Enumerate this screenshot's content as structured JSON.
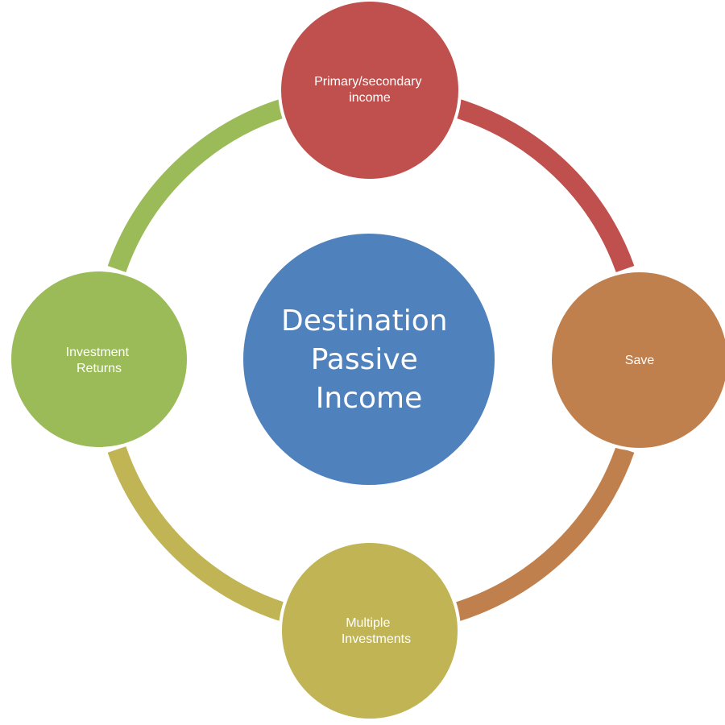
{
  "center": {
    "lines": [
      "Destination",
      "Passive",
      "Income"
    ],
    "color": "#4f81bd"
  },
  "nodes": [
    {
      "id": "primary-secondary-income",
      "lines": [
        "Primary/secondary",
        "income"
      ],
      "color": "#c0504d"
    },
    {
      "id": "save",
      "lines": [
        "Save"
      ],
      "color": "#c0804d"
    },
    {
      "id": "multiple-investments",
      "lines": [
        "Multiple",
        "Investments"
      ],
      "color": "#c0b455"
    },
    {
      "id": "investment-returns",
      "lines": [
        "Investment",
        "Returns"
      ],
      "color": "#9bbb59"
    }
  ],
  "connectors": [
    {
      "from": "primary-secondary-income",
      "to": "save",
      "color": "#c0504d"
    },
    {
      "from": "save",
      "to": "multiple-investments",
      "color": "#c0804d"
    },
    {
      "from": "multiple-investments",
      "to": "investment-returns",
      "color": "#c0b455"
    },
    {
      "from": "investment-returns",
      "to": "primary-secondary-income",
      "color": "#9bbb59"
    }
  ]
}
